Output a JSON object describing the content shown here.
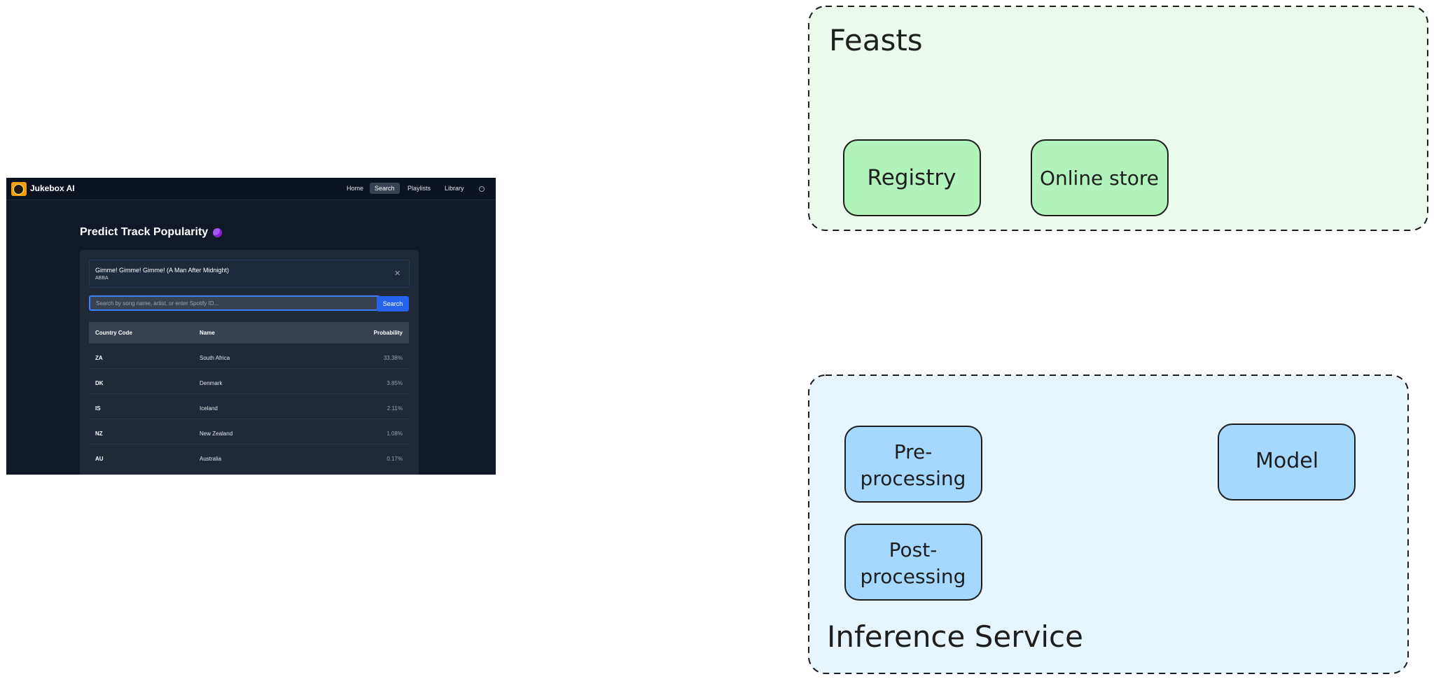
{
  "app": {
    "brand": "Jukebox AI",
    "nav": [
      "Home",
      "Search",
      "Playlists",
      "Library"
    ],
    "active_nav": "Search",
    "page_title": "Predict Track Popularity",
    "selected_track": {
      "title": "Gimme! Gimme! Gimme! (A Man After Midnight)",
      "artist": "ABBA",
      "close_glyph": "✕"
    },
    "search": {
      "placeholder": "Search by song name, artist, or enter Spotify ID...",
      "button": "Search"
    },
    "table": {
      "headers": [
        "Country Code",
        "Name",
        "Probability"
      ],
      "rows": [
        {
          "code": "ZA",
          "name": "South Africa",
          "prob": "33.38%"
        },
        {
          "code": "DK",
          "name": "Denmark",
          "prob": "3.85%"
        },
        {
          "code": "IS",
          "name": "Iceland",
          "prob": "2.11%"
        },
        {
          "code": "NZ",
          "name": "New Zealand",
          "prob": "1.08%"
        },
        {
          "code": "AU",
          "name": "Australia",
          "prob": "0.17%"
        }
      ]
    },
    "icons": {
      "logo": "turntable-logo-icon",
      "title_emoji": "crystal-ball-icon",
      "theme": "sun-icon"
    }
  },
  "diagram": {
    "feasts": {
      "title": "Feasts",
      "fill": "#ebfaec",
      "nodes": [
        {
          "label": "Registry",
          "fill": "#b2f2bb"
        },
        {
          "label": "Online store",
          "fill": "#b2f2bb"
        }
      ]
    },
    "inference": {
      "title": "Inference Service",
      "fill": "#e7f5ff",
      "nodes": [
        {
          "lines": [
            "Pre-",
            "processing"
          ],
          "fill": "#a5d8ff"
        },
        {
          "lines": [
            "Post-",
            "processing"
          ],
          "fill": "#a5d8ff"
        },
        {
          "label": "Model",
          "fill": "#a5d8ff"
        }
      ]
    }
  }
}
